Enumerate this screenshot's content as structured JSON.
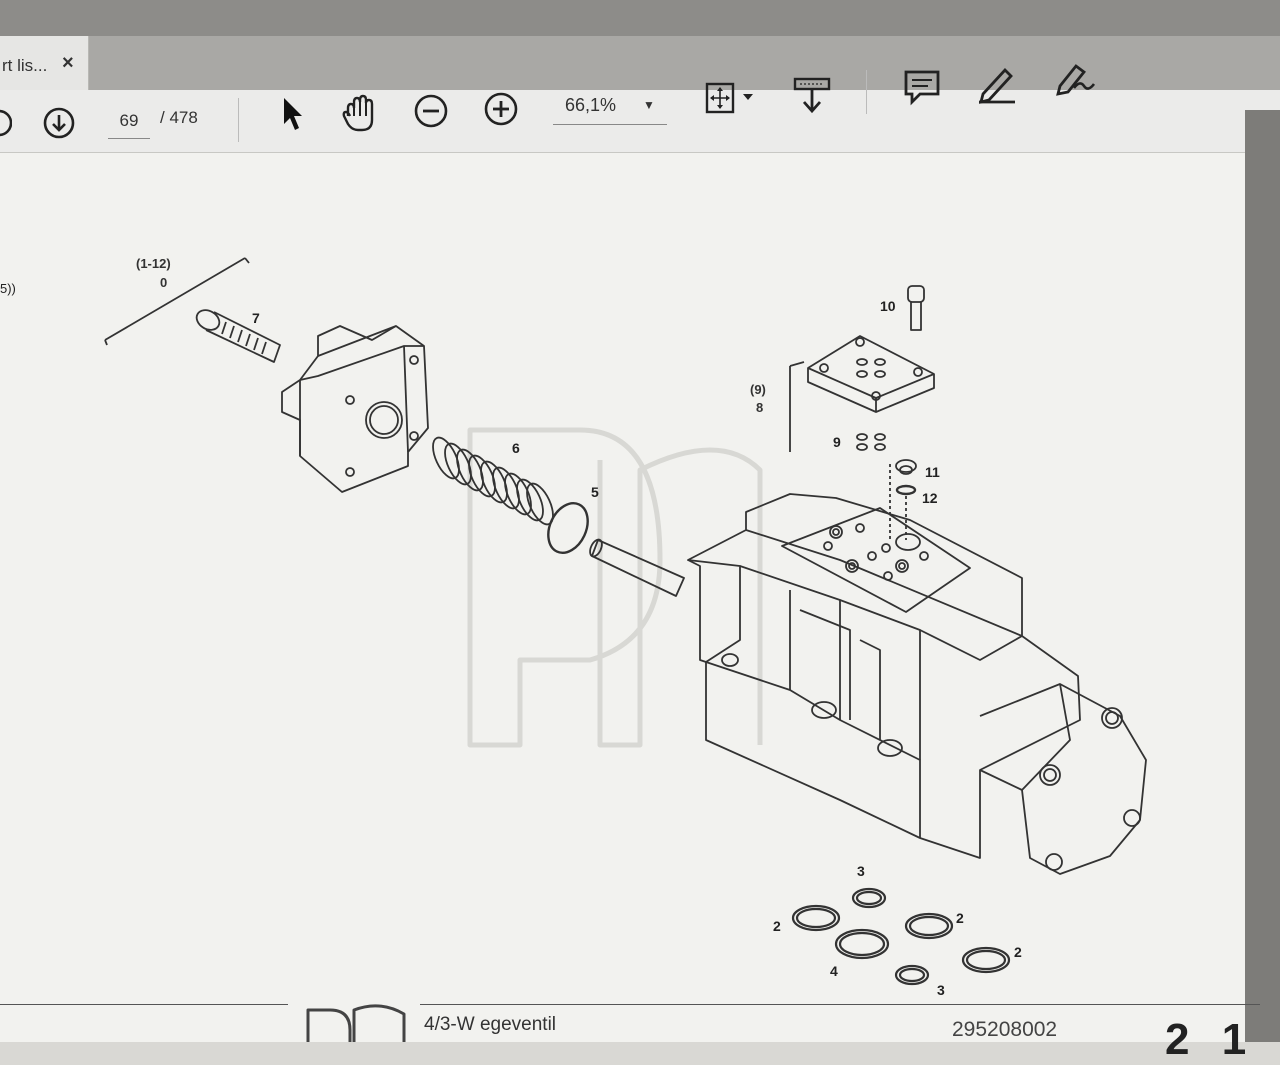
{
  "tab": {
    "title": "rt lis...",
    "close_label": "×"
  },
  "toolbar": {
    "current_page": "69",
    "total_pages": "/ 478",
    "zoom": "66,1%"
  },
  "document": {
    "side_label": "5))",
    "assembly": {
      "range": "(1-12)",
      "index": "0"
    },
    "subassembly": {
      "range": "(9)",
      "index": "8"
    },
    "callouts": [
      "7",
      "6",
      "5",
      "10",
      "9",
      "11",
      "12",
      "3",
      "2",
      "2",
      "2",
      "4",
      "3"
    ],
    "footer": {
      "title": "4/3-W egeventil",
      "part_number": "295208002",
      "page_marker": "2 1"
    }
  }
}
